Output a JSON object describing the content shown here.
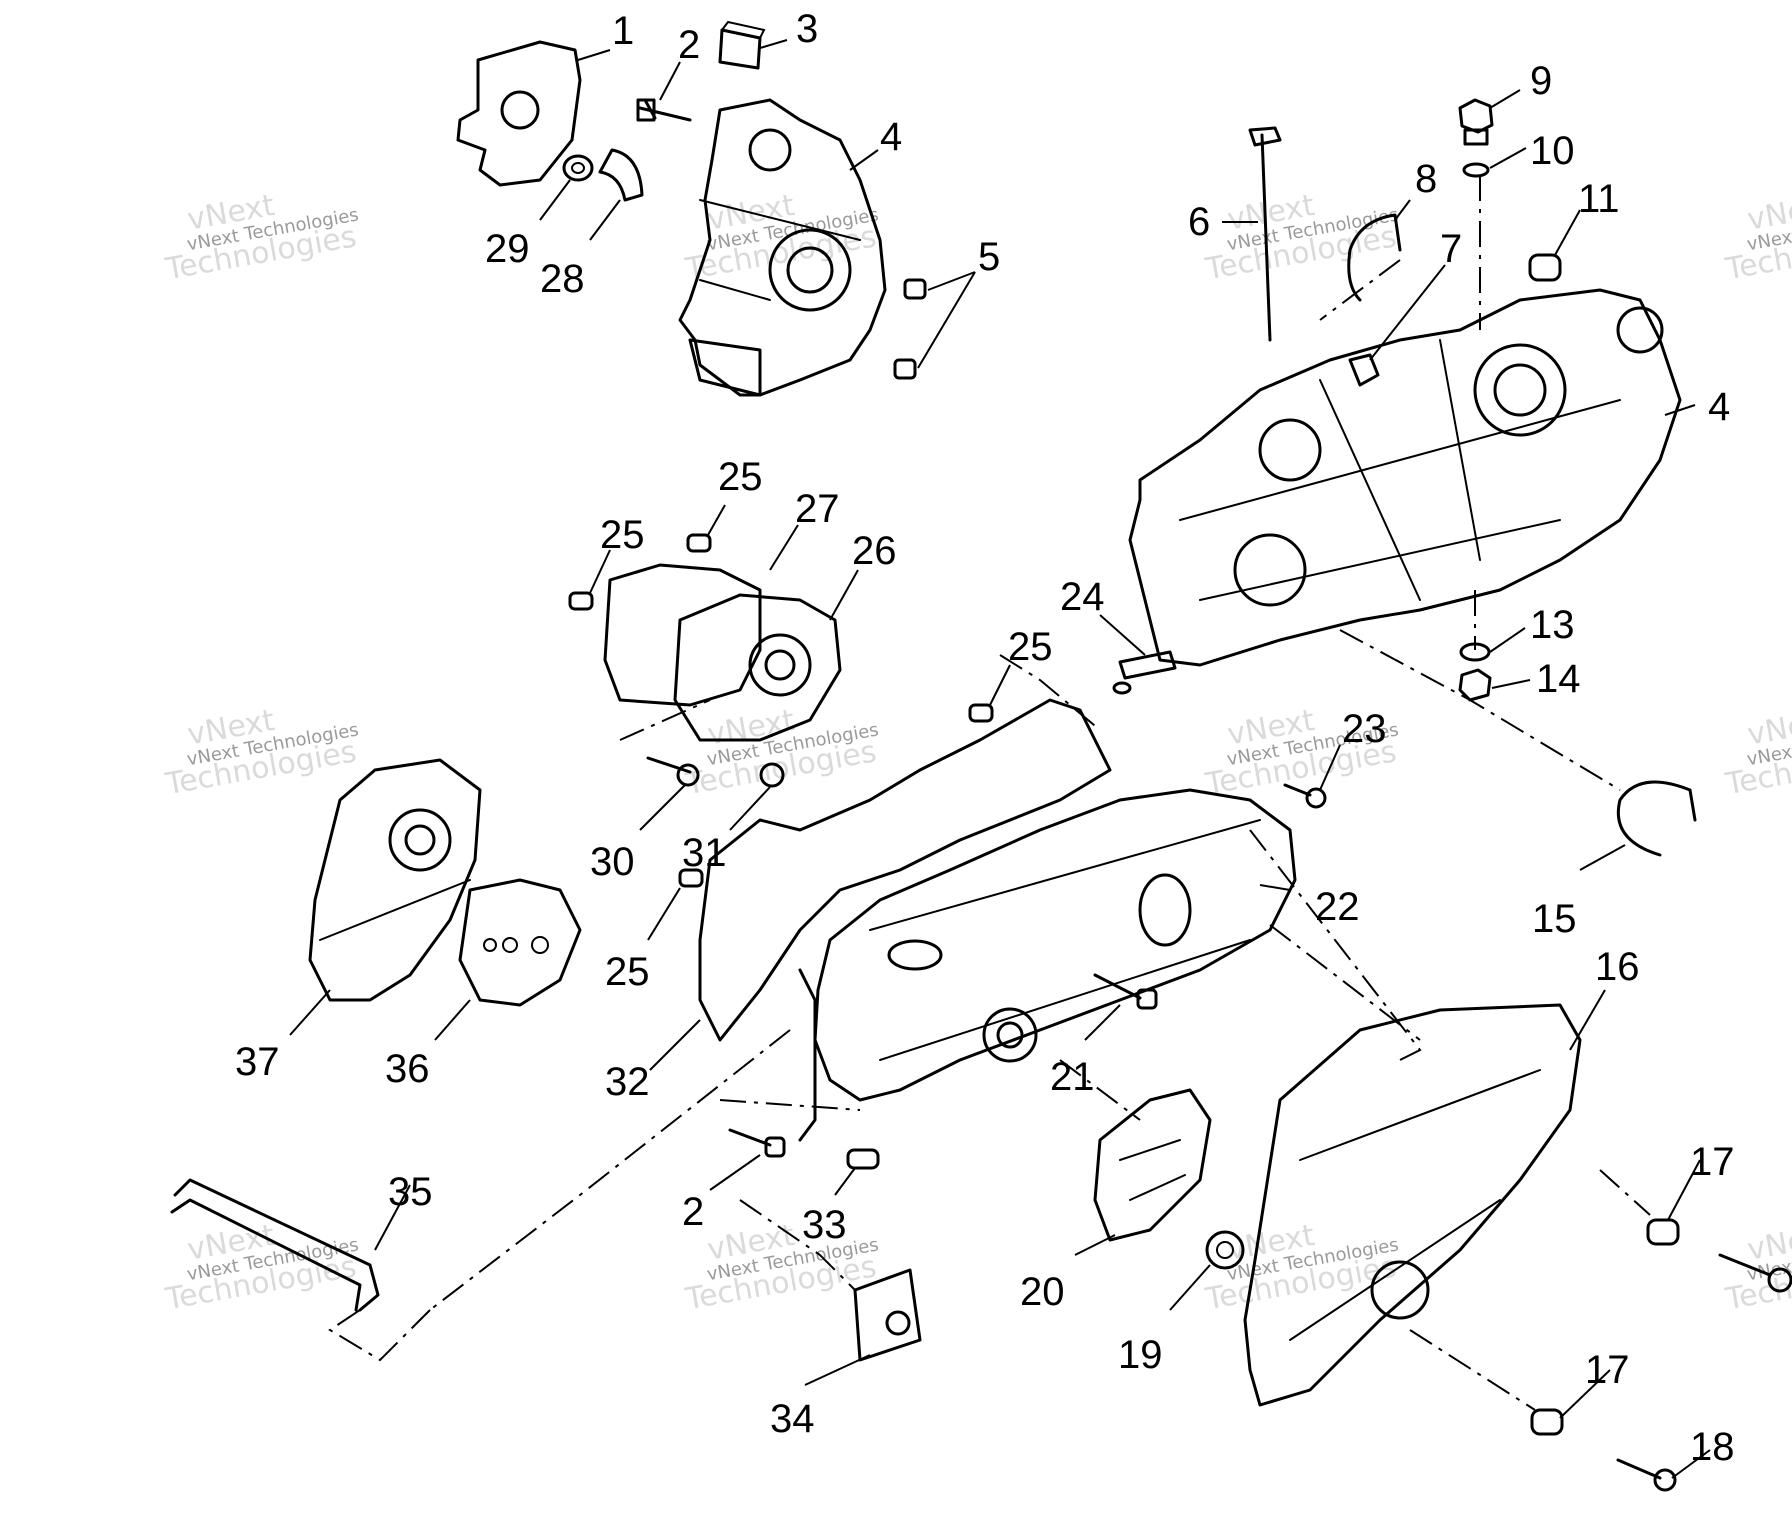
{
  "watermark": {
    "line1": "vNext Technologies",
    "line2": "vNext",
    "line3": "Technologies"
  },
  "callouts": [
    {
      "id": "c1",
      "text": "1"
    },
    {
      "id": "c2a",
      "text": "2"
    },
    {
      "id": "c3",
      "text": "3"
    },
    {
      "id": "c4a",
      "text": "4"
    },
    {
      "id": "c5",
      "text": "5"
    },
    {
      "id": "c29",
      "text": "29"
    },
    {
      "id": "c28",
      "text": "28"
    },
    {
      "id": "c9",
      "text": "9"
    },
    {
      "id": "c10",
      "text": "10"
    },
    {
      "id": "c8",
      "text": "8"
    },
    {
      "id": "c11",
      "text": "11"
    },
    {
      "id": "c6",
      "text": "6"
    },
    {
      "id": "c7",
      "text": "7"
    },
    {
      "id": "c4b",
      "text": "4"
    },
    {
      "id": "c25a",
      "text": "25"
    },
    {
      "id": "c27",
      "text": "27"
    },
    {
      "id": "c25b",
      "text": "25"
    },
    {
      "id": "c26",
      "text": "26"
    },
    {
      "id": "c24",
      "text": "24"
    },
    {
      "id": "c13",
      "text": "13"
    },
    {
      "id": "c25c",
      "text": "25"
    },
    {
      "id": "c14",
      "text": "14"
    },
    {
      "id": "c23",
      "text": "23"
    },
    {
      "id": "c30",
      "text": "30"
    },
    {
      "id": "c31",
      "text": "31"
    },
    {
      "id": "c22",
      "text": "22"
    },
    {
      "id": "c15",
      "text": "15"
    },
    {
      "id": "c25d",
      "text": "25"
    },
    {
      "id": "c16",
      "text": "16"
    },
    {
      "id": "c37",
      "text": "37"
    },
    {
      "id": "c36",
      "text": "36"
    },
    {
      "id": "c32",
      "text": "32"
    },
    {
      "id": "c21",
      "text": "21"
    },
    {
      "id": "c17a",
      "text": "17"
    },
    {
      "id": "c35",
      "text": "35"
    },
    {
      "id": "c2b",
      "text": "2"
    },
    {
      "id": "c33",
      "text": "33"
    },
    {
      "id": "c20",
      "text": "20"
    },
    {
      "id": "c19",
      "text": "19"
    },
    {
      "id": "c17b",
      "text": "17"
    },
    {
      "id": "c34",
      "text": "34"
    },
    {
      "id": "c18",
      "text": "18"
    }
  ]
}
